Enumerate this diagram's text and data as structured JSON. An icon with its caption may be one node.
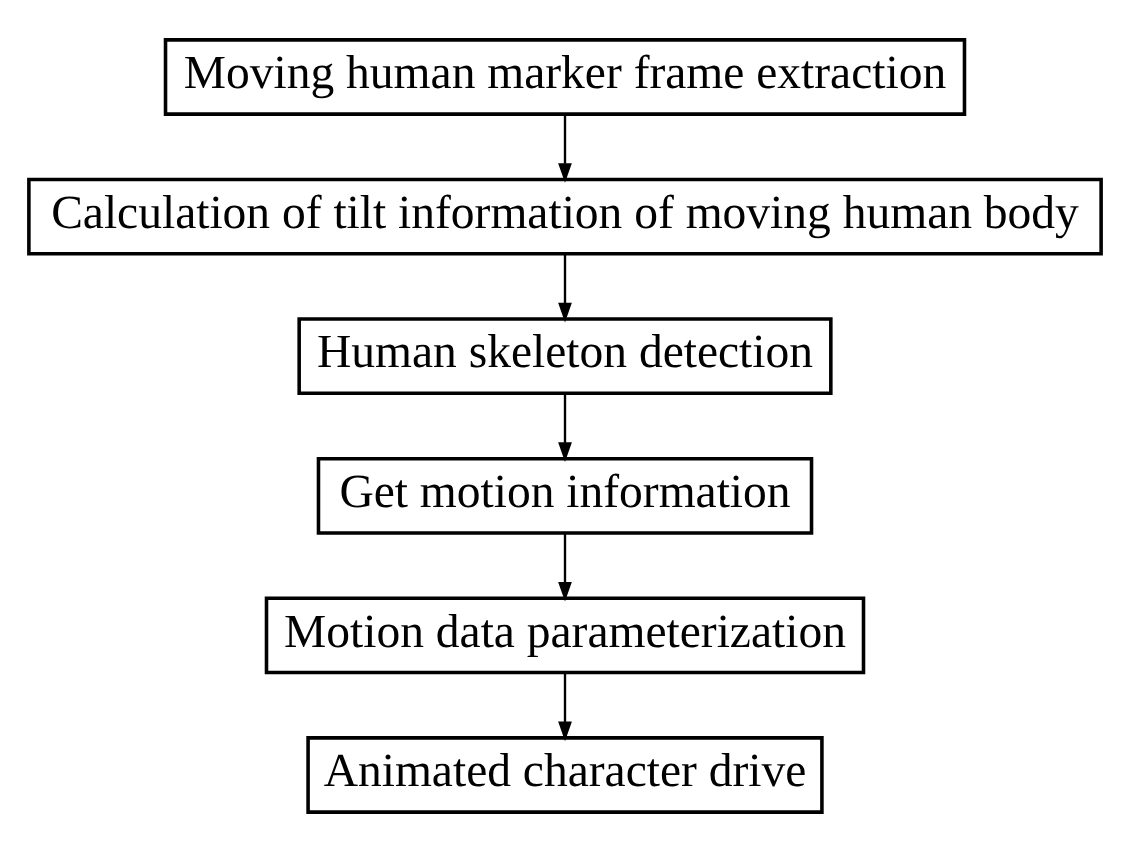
{
  "diagram": {
    "nodes": [
      {
        "text": [
          "Moving human marker frame extraction"
        ]
      },
      {
        "text": [
          "Calculation of tilt information of moving human body"
        ]
      },
      {
        "text": [
          "Human skeleton detection"
        ]
      },
      {
        "text": [
          "Get motion information"
        ]
      },
      {
        "text": [
          "Motion data parameterization"
        ]
      },
      {
        "text": [
          "Animated character drive"
        ]
      }
    ],
    "edges": [
      {
        "from": 0,
        "to": 1,
        "arrow": "to"
      },
      {
        "from": 1,
        "to": 2,
        "arrow": "to"
      },
      {
        "from": 2,
        "to": 3,
        "arrow": "to"
      },
      {
        "from": 3,
        "to": 4,
        "arrow": "to"
      },
      {
        "from": 4,
        "to": 5,
        "arrow": "to"
      }
    ]
  }
}
